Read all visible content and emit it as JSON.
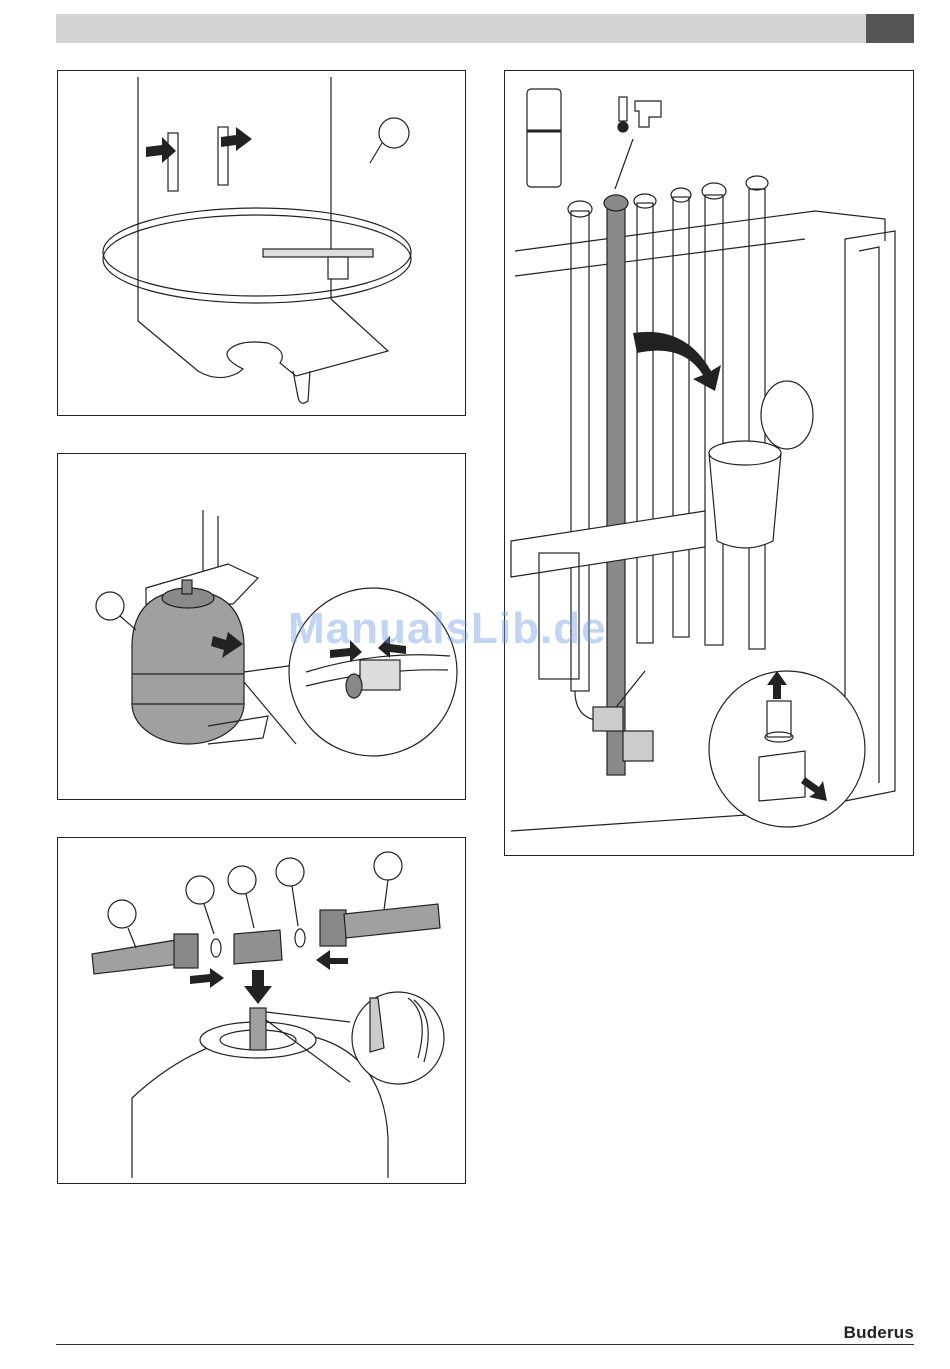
{
  "watermark": "ManualsLib.de",
  "footer": {
    "brand": "Buderus"
  },
  "figures": [
    {
      "id": "ring-clamp",
      "icons": [
        "arrow-right-icon",
        "callout-circle-icon"
      ]
    },
    {
      "id": "expansion-vessel-mount",
      "icons": [
        "arrow-left-icon",
        "callout-circle-icon",
        "clamp-detail-icon"
      ]
    },
    {
      "id": "tee-fitting-assembly",
      "icons": [
        "arrow-right-icon",
        "arrow-down-icon",
        "sealant-tube-icon",
        "callout-circle-icon"
      ]
    },
    {
      "id": "pipe-disposal",
      "icons": [
        "thermometer-tap-icon",
        "recycle-bin-icon",
        "curved-arrow-icon",
        "arrow-up-icon"
      ]
    }
  ],
  "colors": {
    "header_bar": "#d4d4d4",
    "header_tab": "#555555",
    "line": "#222222",
    "fill_grey": "#a0a0a0"
  }
}
